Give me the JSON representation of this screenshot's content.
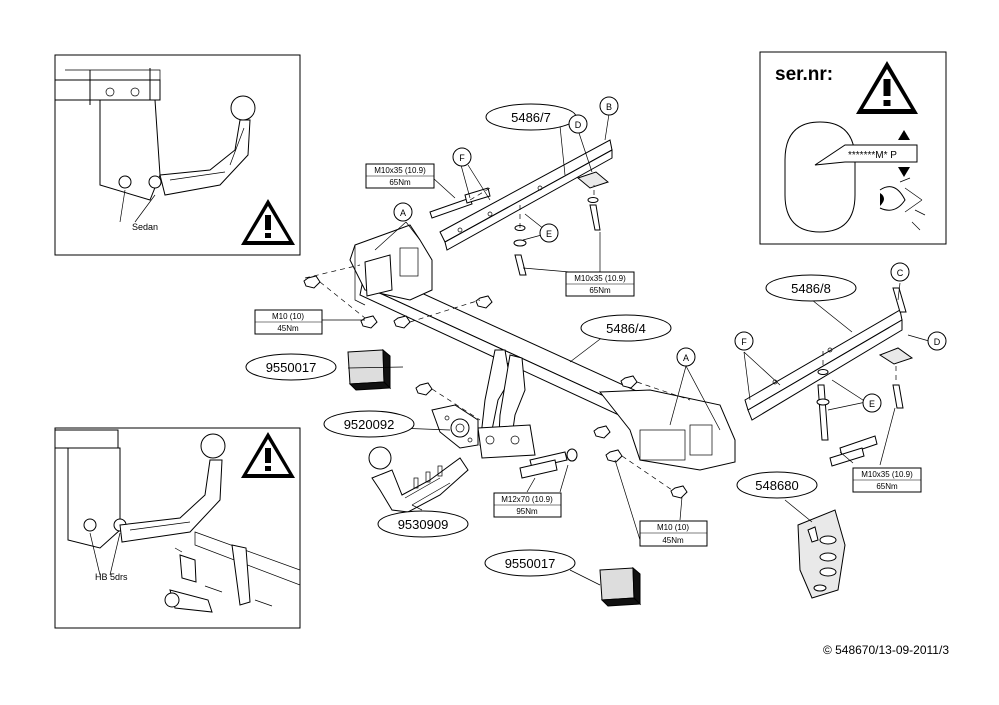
{
  "parts": {
    "bracket_left": "5486/7",
    "bracket_right": "5486/8",
    "crossbar": "5486/4",
    "towball": "9530909",
    "socket_plate": "9520092",
    "wiring_kit": "548680",
    "cover_plug_top": "9550017",
    "cover_plug_bottom": "9550017"
  },
  "letters": {
    "A": "A",
    "B": "B",
    "C": "C",
    "D": "D",
    "E": "E",
    "F": "F"
  },
  "torque": {
    "t1": {
      "bolt": "M10x35 (10.9)",
      "torque": "65Nm"
    },
    "t2": {
      "bolt": "M10x35 (10.9)",
      "torque": "65Nm"
    },
    "t3": {
      "bolt": "M10 (10)",
      "torque": "45Nm"
    },
    "t4": {
      "bolt": "M12x70 (10.9)",
      "torque": "95Nm"
    },
    "t5": {
      "bolt": "M10 (10)",
      "torque": "45Nm"
    },
    "t6": {
      "bolt": "M10x35 (10.9)",
      "torque": "65Nm"
    }
  },
  "inset_top": {
    "caption": "Sedan"
  },
  "inset_bottom": {
    "caption": "HB 5drs"
  },
  "serial_box": {
    "title": "ser.nr:",
    "code": "*******M* P"
  },
  "footer": {
    "copyright": "© 548670/13-09-2011/3"
  },
  "icons": {
    "warning": "warning-triangle-icon",
    "eye": "eye-icon"
  }
}
